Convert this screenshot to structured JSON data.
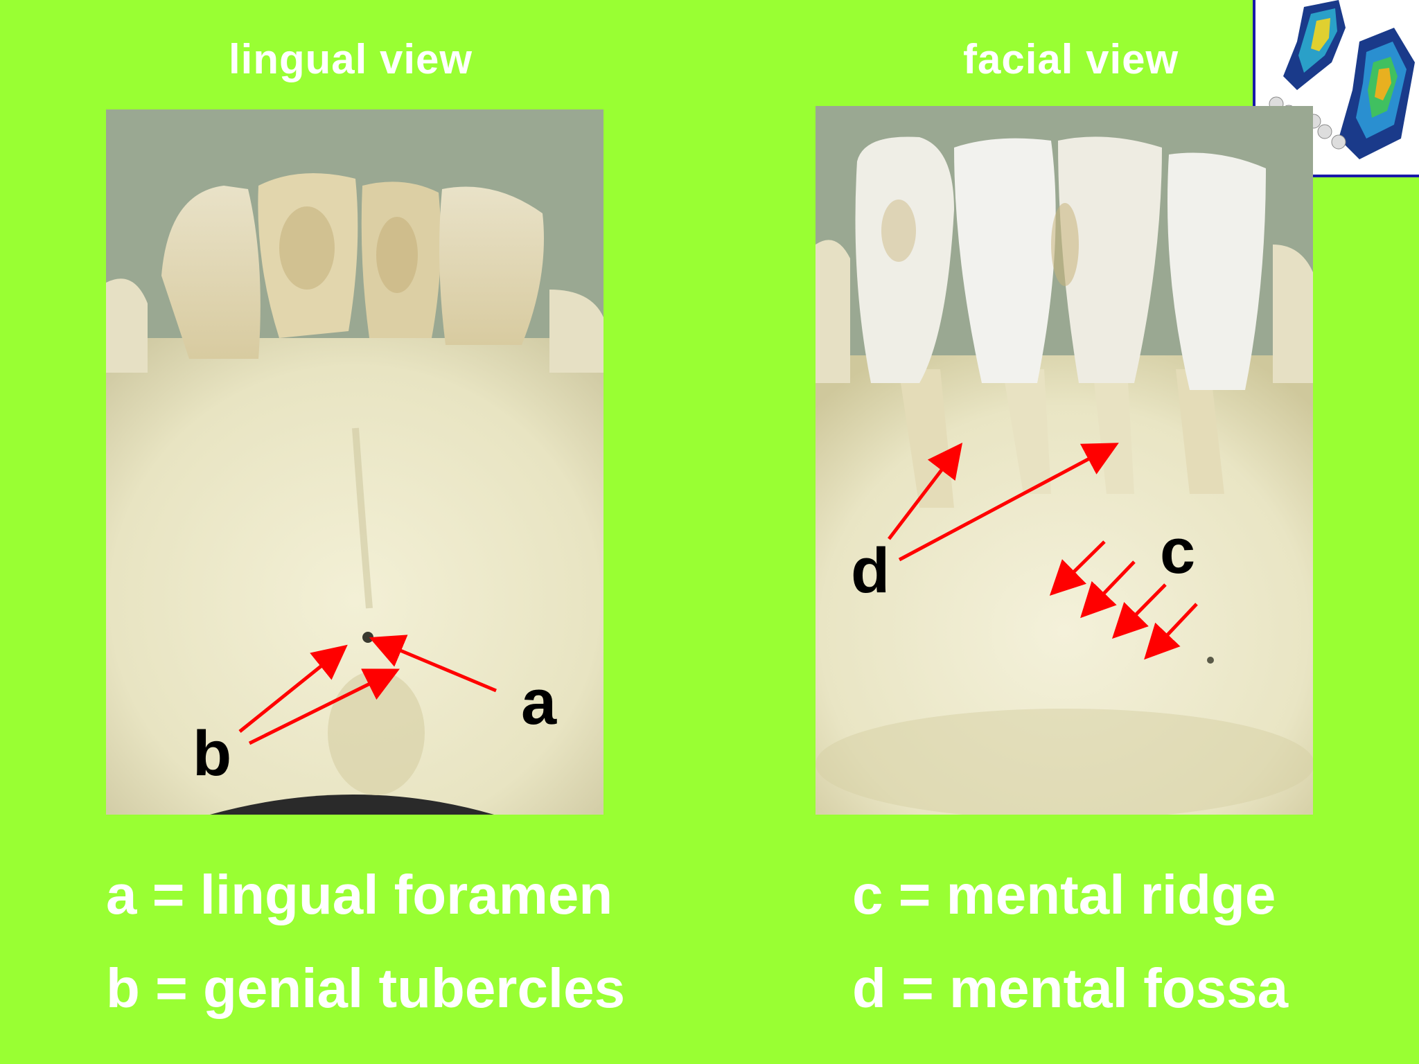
{
  "left_panel": {
    "title": "lingual view",
    "labels": {
      "a": "a",
      "b": "b"
    }
  },
  "right_panel": {
    "title": "facial view",
    "labels": {
      "c": "c",
      "d": "d"
    }
  },
  "legend": {
    "a": "a = lingual foramen",
    "b": "b = genial tubercles",
    "c": "c = mental ridge",
    "d": "d = mental fossa"
  },
  "colors": {
    "background": "#99ff33",
    "title_text": "#ffffff",
    "label_text": "#000000",
    "arrow": "#ff0000",
    "photo_backdrop": "#9aa892",
    "bone": "#ece9c8"
  }
}
